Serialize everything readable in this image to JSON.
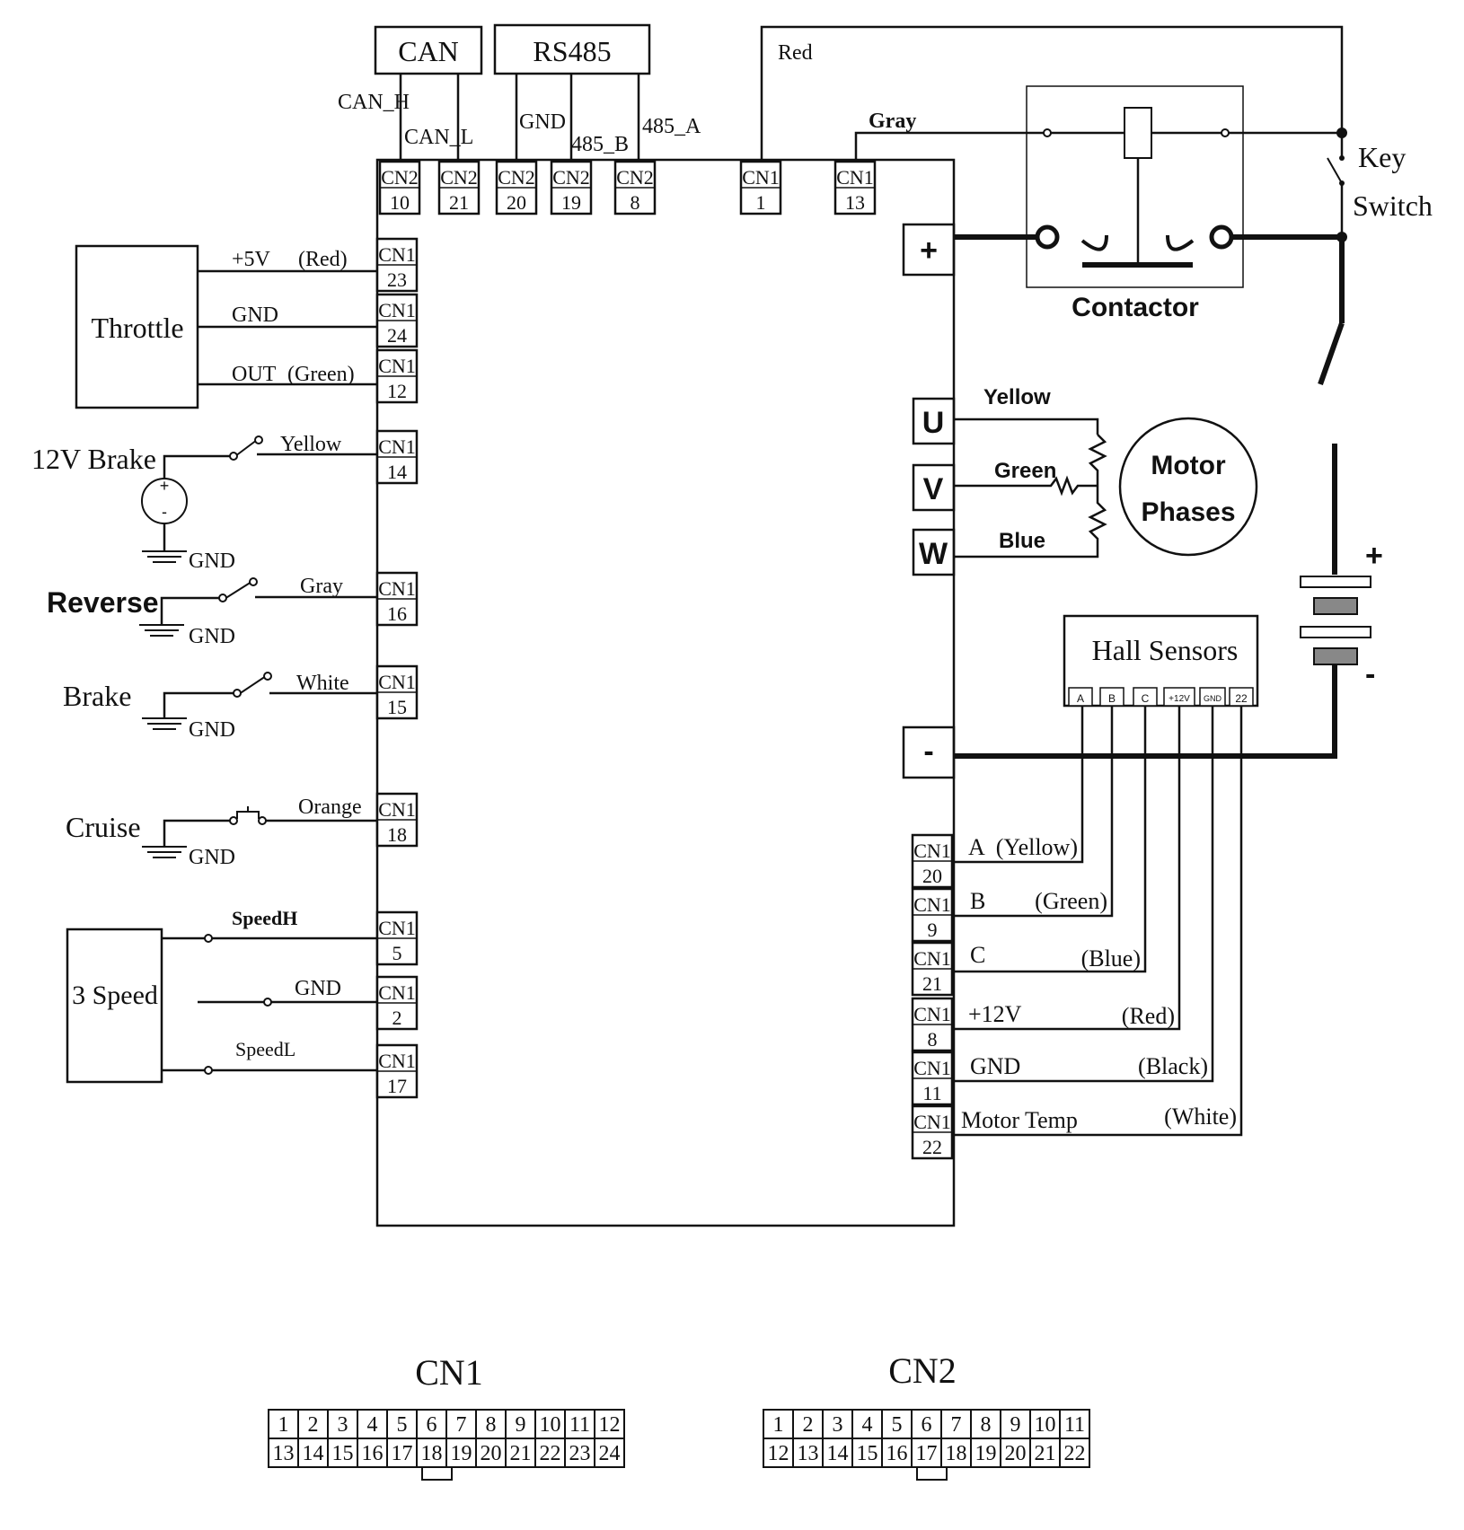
{
  "top_boxes": {
    "can": "CAN",
    "rs485": "RS485"
  },
  "top_wire_labels": {
    "can_h": "CAN_H",
    "can_l": "CAN_L",
    "gnd": "GND",
    "b485": "485_B",
    "a485": "485_A",
    "red": "Red",
    "gray": "Gray"
  },
  "top_connectors": [
    {
      "id": "cn2-10",
      "name": "CN2",
      "pin": "10"
    },
    {
      "id": "cn2-21",
      "name": "CN2",
      "pin": "21"
    },
    {
      "id": "cn2-20",
      "name": "CN2",
      "pin": "20"
    },
    {
      "id": "cn2-19",
      "name": "CN2",
      "pin": "19"
    },
    {
      "id": "cn2-8",
      "name": "CN2",
      "pin": "8"
    },
    {
      "id": "cn1-1",
      "name": "CN1",
      "pin": "1"
    },
    {
      "id": "cn1-13",
      "name": "CN1",
      "pin": "13"
    }
  ],
  "left_connectors": [
    {
      "id": "cn1-23",
      "name": "CN1",
      "pin": "23"
    },
    {
      "id": "cn1-24",
      "name": "CN1",
      "pin": "24"
    },
    {
      "id": "cn1-12",
      "name": "CN1",
      "pin": "12"
    },
    {
      "id": "cn1-14",
      "name": "CN1",
      "pin": "14"
    },
    {
      "id": "cn1-16",
      "name": "CN1",
      "pin": "16"
    },
    {
      "id": "cn1-15",
      "name": "CN1",
      "pin": "15"
    },
    {
      "id": "cn1-18",
      "name": "CN1",
      "pin": "18"
    },
    {
      "id": "cn1-5",
      "name": "CN1",
      "pin": "5"
    },
    {
      "id": "cn1-2",
      "name": "CN1",
      "pin": "2"
    },
    {
      "id": "cn1-17",
      "name": "CN1",
      "pin": "17"
    }
  ],
  "right_connectors": [
    {
      "id": "cn1-20",
      "name": "CN1",
      "pin": "20"
    },
    {
      "id": "cn1-9",
      "name": "CN1",
      "pin": "9"
    },
    {
      "id": "cn1-21",
      "name": "CN1",
      "pin": "21"
    },
    {
      "id": "cn1-8",
      "name": "CN1",
      "pin": "8"
    },
    {
      "id": "cn1-11",
      "name": "CN1",
      "pin": "11"
    },
    {
      "id": "cn1-22",
      "name": "CN1",
      "pin": "22"
    }
  ],
  "throttle": {
    "label": "Throttle",
    "plus5v": "+5V",
    "red": "(Red)",
    "gnd": "GND",
    "out": "OUT",
    "green": "(Green)"
  },
  "brake12v": {
    "label": "12V Brake",
    "wire": "Yellow",
    "gnd": "GND",
    "plus": "+",
    "minus": "-"
  },
  "reverse": {
    "label": "Reverse",
    "wire": "Gray",
    "gnd": "GND"
  },
  "brake": {
    "label": "Brake",
    "wire": "White",
    "gnd": "GND"
  },
  "cruise": {
    "label": "Cruise",
    "wire": "Orange",
    "gnd": "GND"
  },
  "speed3": {
    "label": "3 Speed",
    "speedh": "SpeedH",
    "gnd": "GND",
    "speedl": "SpeedL"
  },
  "power": {
    "plus": "+",
    "minus": "-",
    "contactor": "Contactor",
    "key_line1": "Key",
    "key_line2": "Switch",
    "bat_plus": "+",
    "bat_minus": "-"
  },
  "phases": {
    "u": "U",
    "v": "V",
    "w": "W",
    "yellow": "Yellow",
    "green": "Green",
    "blue": "Blue",
    "motor_line1": "Motor",
    "motor_line2": "Phases"
  },
  "hall": {
    "title": "Hall Sensors",
    "pins": [
      "A",
      "B",
      "C",
      "+12V",
      "GND",
      "22"
    ],
    "signals": [
      {
        "name": "A",
        "color": "(Yellow)"
      },
      {
        "name": "B",
        "color": "(Green)"
      },
      {
        "name": "C",
        "color": "(Blue)"
      },
      {
        "name": "+12V",
        "color": "(Red)"
      },
      {
        "name": "GND",
        "color": "(Black)"
      },
      {
        "name": "Motor Temp",
        "color": "(White)"
      }
    ]
  },
  "legend": {
    "cn1_title": "CN1",
    "cn1_row1": [
      "1",
      "2",
      "3",
      "4",
      "5",
      "6",
      "7",
      "8",
      "9",
      "10",
      "11",
      "12"
    ],
    "cn1_row2": [
      "13",
      "14",
      "15",
      "16",
      "17",
      "18",
      "19",
      "20",
      "21",
      "22",
      "23",
      "24"
    ],
    "cn2_title": "CN2",
    "cn2_row1": [
      "1",
      "2",
      "3",
      "4",
      "5",
      "6",
      "7",
      "8",
      "9",
      "10",
      "11"
    ],
    "cn2_row2": [
      "12",
      "13",
      "14",
      "15",
      "16",
      "17",
      "18",
      "19",
      "20",
      "21",
      "22"
    ]
  }
}
